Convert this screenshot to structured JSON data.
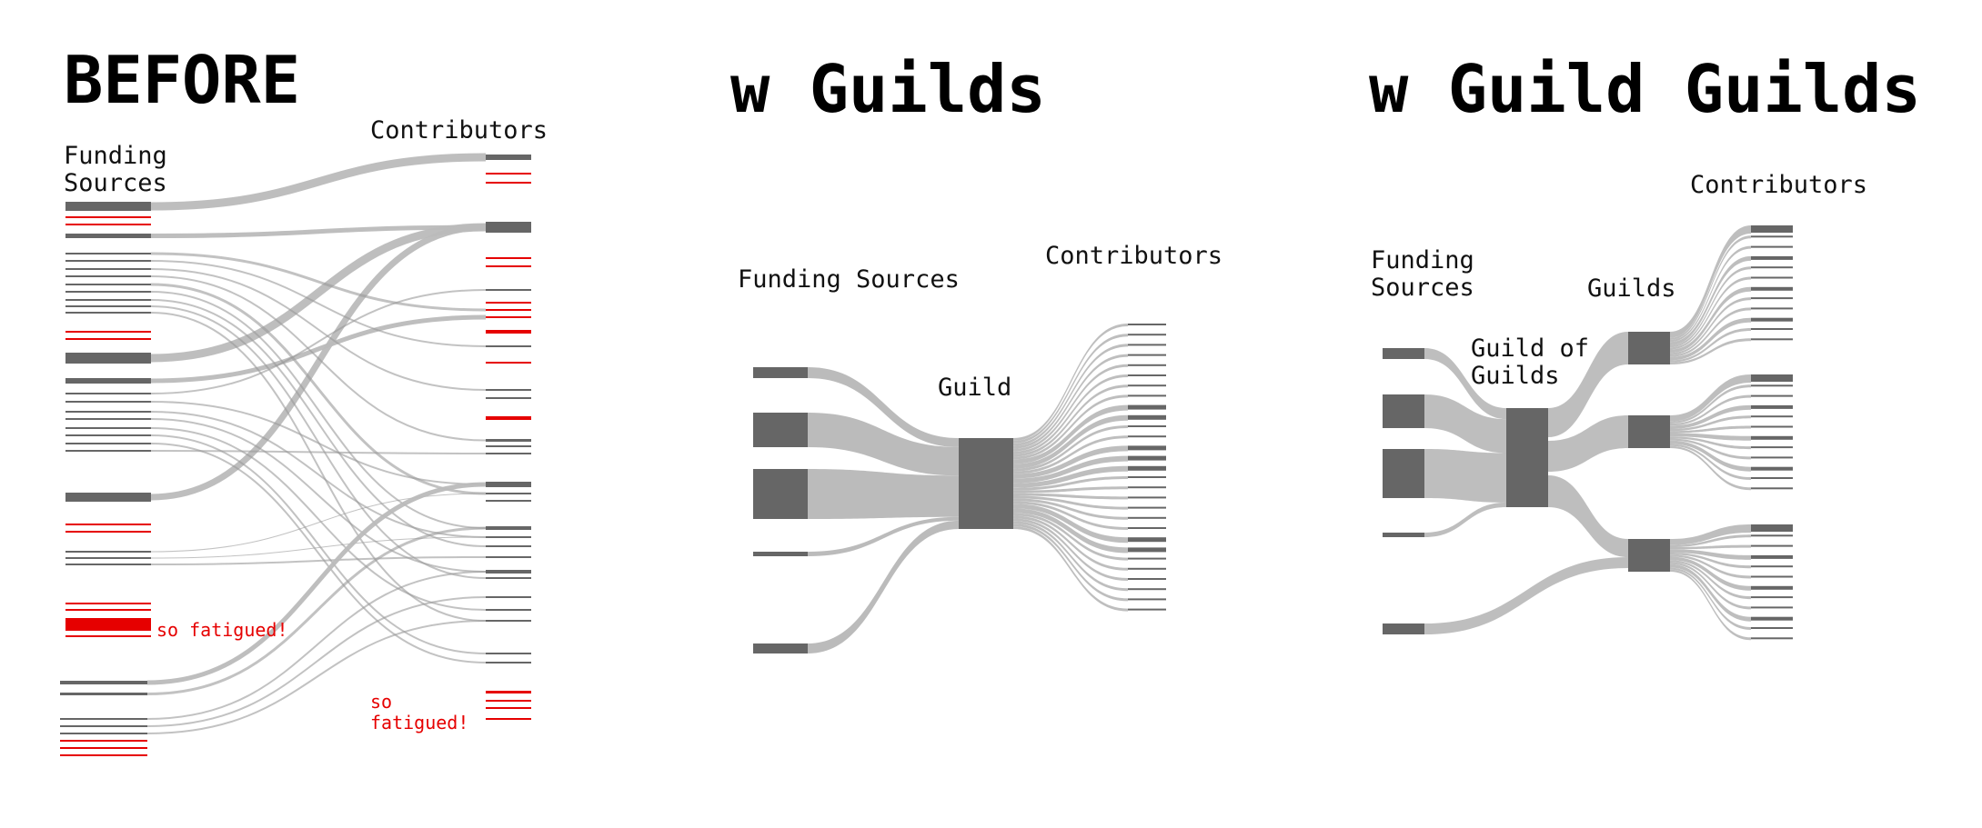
{
  "panels": {
    "before": {
      "title": "BEFORE",
      "funding_label": "Funding\nSources",
      "contributors_label": "Contributors",
      "fatigue_left": "so fatigued!",
      "fatigue_right": "so\nfatigued!"
    },
    "guilds": {
      "title": "w Guilds",
      "funding_label": "Funding Sources",
      "guild_label": "Guild",
      "contributors_label": "Contributors"
    },
    "guild_guilds": {
      "title": "w Guild Guilds",
      "funding_label": "Funding\nSources",
      "guild_of_guilds_label": "Guild of\nGuilds",
      "guilds_label": "Guilds",
      "contributors_label": "Contributors"
    }
  },
  "colors": {
    "node": "#666666",
    "flow": "#bbbbbb",
    "flow_thin": "#999999",
    "fatigue": "#e60000"
  }
}
